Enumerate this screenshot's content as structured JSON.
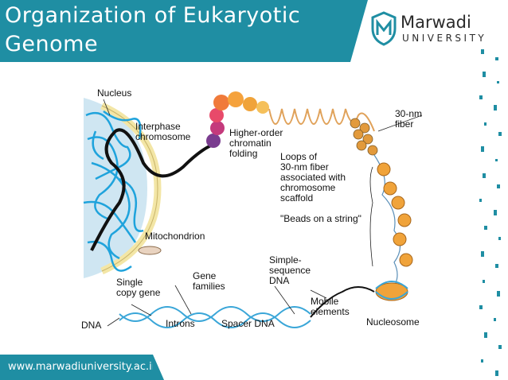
{
  "title": {
    "line1": "Organization of Eukaryotic",
    "line2": "Genome"
  },
  "logo": {
    "name": "Marwadi",
    "subtitle": "UNIVERSITY"
  },
  "footer": {
    "url": "www.marwadiuniversity.ac.in"
  },
  "diagram": {
    "labels": {
      "nucleus": "Nucleus",
      "interphase_chromosome": [
        "Interphase",
        "chromosome"
      ],
      "higher_order": [
        "Higher-order",
        "chromatin",
        "folding"
      ],
      "loops": [
        "Loops of",
        "30-nm fiber",
        "associated with",
        "chromosome",
        "scaffold"
      ],
      "fiber_30nm": [
        "30-nm",
        "fiber"
      ],
      "beads": "\"Beads on a string\"",
      "mitochondrion": "Mitochondrion",
      "single_copy_gene": [
        "Single",
        "copy gene"
      ],
      "gene_families": [
        "Gene",
        "families"
      ],
      "simple_sequence": [
        "Simple-",
        "sequence",
        "DNA"
      ],
      "mobile_elements": [
        "Mobile",
        "elements"
      ],
      "nucleosome": "Nucleosome",
      "dna": "DNA",
      "introns": "Introns",
      "spacer_dna": "Spacer DNA"
    },
    "colors": {
      "nucleus_fill": "#cfe6f2",
      "envelope": "#f3e6a6",
      "chromatin": "#1fa3dc",
      "chromosome": "#111111",
      "bead": "#f0a33a",
      "helix": "#3aa6d8",
      "loops": "#e0a25a"
    }
  }
}
